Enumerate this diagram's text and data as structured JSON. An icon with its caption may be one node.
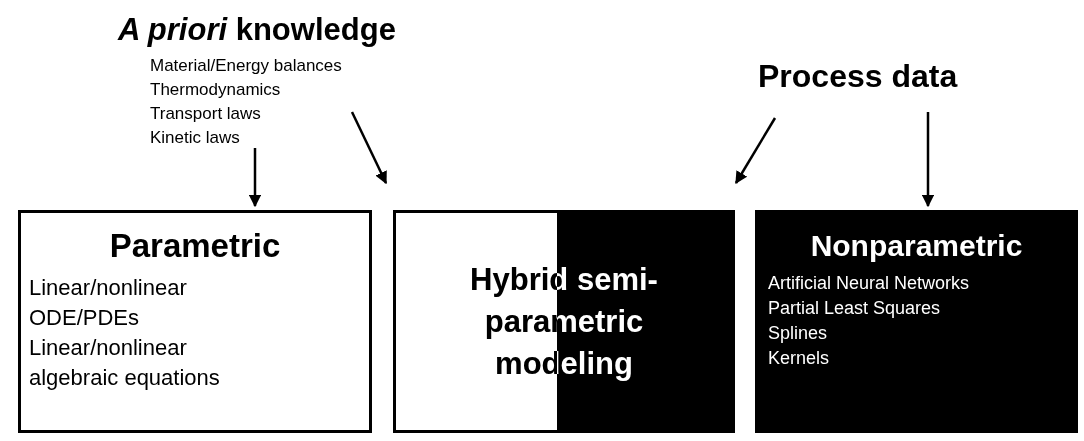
{
  "diagram": {
    "nodes": [
      {
        "text": [
          "*A priori* knowledge",
          "Material/Energy balances",
          "Thermodynamics",
          "Transport laws",
          "Kinetic laws"
        ]
      },
      {
        "text": [
          "Process data"
        ]
      },
      {
        "text": [
          "Parametric",
          "Linear/nonlinear ODE/PDEs",
          "Linear/nonlinear algebraic equations"
        ]
      },
      {
        "text": [
          "Hybrid semi-parametric modeling"
        ]
      },
      {
        "text": [
          "Nonparametric",
          "Artificial Neural Networks",
          "Partial Least Squares",
          "Splines",
          "Kernels"
        ]
      }
    ],
    "edges": [
      {
        "from": 0,
        "to": 2,
        "arrow": "to"
      },
      {
        "from": 0,
        "to": 3,
        "arrow": "to"
      },
      {
        "from": 1,
        "to": 3,
        "arrow": "to"
      },
      {
        "from": 1,
        "to": 4,
        "arrow": "to"
      }
    ]
  }
}
